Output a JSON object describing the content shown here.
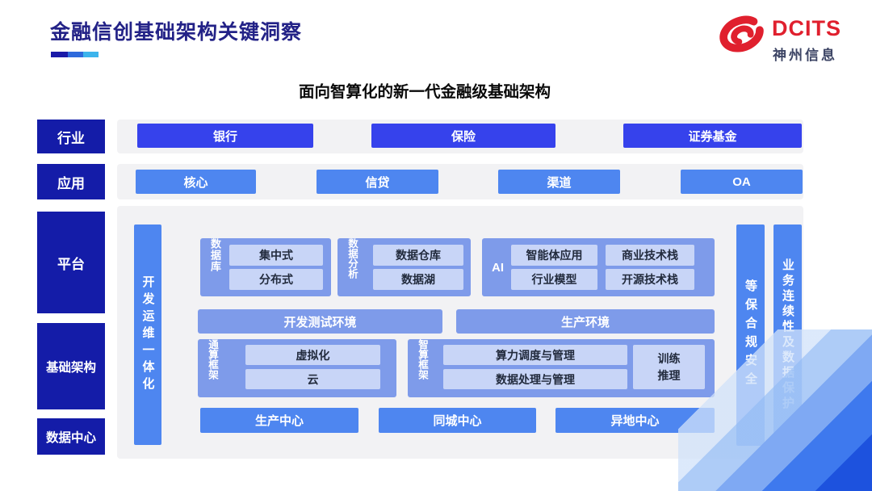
{
  "header": {
    "title": "金融信创基础架构关键洞察",
    "logo": {
      "brand": "DCITS",
      "company": "神州信息"
    }
  },
  "subtitle": "面向智算化的新一代金融级基础架构",
  "side_labels": {
    "industry": "行业",
    "application": "应用",
    "platform": "平台",
    "infrastructure": "基础架构",
    "datacenter": "数据中心"
  },
  "industry_items": [
    "银行",
    "保险",
    "证券基金"
  ],
  "application_items": [
    "核心",
    "信贷",
    "渠道",
    "OA"
  ],
  "pillars": {
    "devops": "开发运维一体化",
    "compliance": "等保合规安全",
    "continuity": "业务连续性及数据保护"
  },
  "platform_groups": {
    "database": {
      "label": "数据库",
      "items": [
        "集中式",
        "分布式"
      ]
    },
    "analytics": {
      "label": "数据分析",
      "items": [
        "数据仓库",
        "数据湖"
      ]
    },
    "ai": {
      "label": "AI",
      "items": [
        "智能体应用",
        "行业模型",
        "商业技术栈",
        "开源技术栈"
      ]
    }
  },
  "environments": [
    "开发测试环境",
    "生产环境"
  ],
  "frameworks": {
    "general": {
      "label": "通算框架",
      "items": [
        "虚拟化",
        "云"
      ]
    },
    "intelligent": {
      "label": "智算框架",
      "items": [
        "算力调度与管理",
        "数据处理与管理"
      ],
      "side": "训练推理"
    }
  },
  "centers": [
    "生产中心",
    "同城中心",
    "异地中心"
  ],
  "colors": {
    "accent_navy": "#141CA8",
    "accent_indigo": "#3642EC",
    "accent_blue": "#4E86F0",
    "group_blue": "#7E9BEA",
    "chip_light": "#C8D5F7",
    "brand_red": "#E0202E",
    "panel_gray": "#F2F2F4"
  }
}
